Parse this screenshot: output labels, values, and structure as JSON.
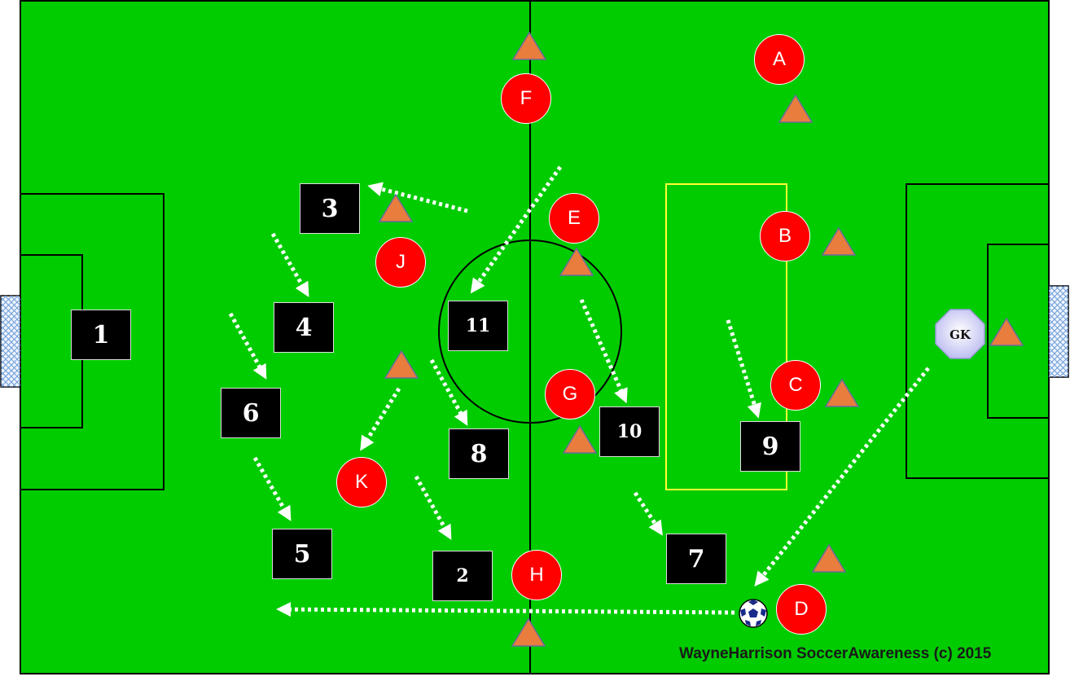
{
  "diagram": {
    "colors": {
      "pitch": "#00cc00",
      "lines": "#000000",
      "highlight_zone": "#ffff33",
      "team_square": "#000000",
      "opponent_circle": "#ff0000",
      "cone": "#e87d3e",
      "movement_arrow": "#ffffff",
      "goalkeeper": "#c8c8ff"
    },
    "team_labels": [
      "1",
      "2",
      "3",
      "4",
      "5",
      "6",
      "7",
      "8",
      "9",
      "10",
      "11"
    ],
    "opponent_labels": [
      "A",
      "B",
      "C",
      "D",
      "E",
      "F",
      "G",
      "H",
      "J",
      "K"
    ],
    "goalkeeper_label": "GK",
    "icons": [
      "cone-icon",
      "ball-icon",
      "goal-net-icon",
      "dashed-arrow-icon"
    ],
    "credit": "WayneHarrison SoccerAwareness (c) 2015"
  }
}
